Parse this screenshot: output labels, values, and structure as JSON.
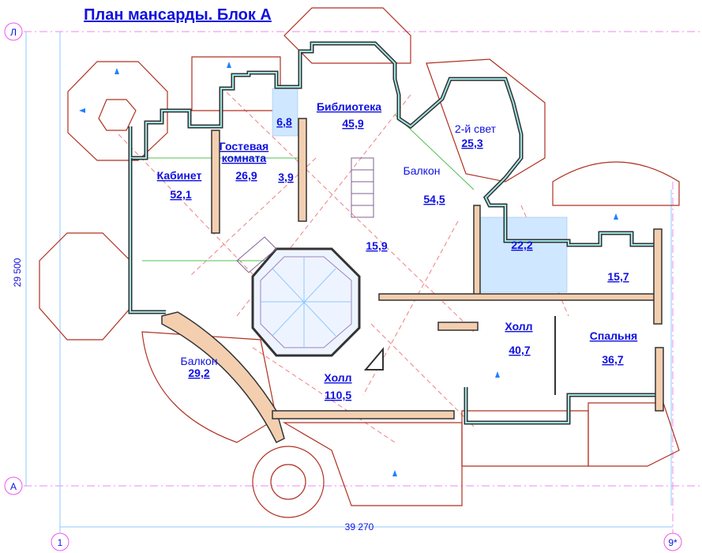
{
  "title": "План мансарды. Блок А",
  "axes": {
    "top": "Л",
    "bottom": "А",
    "left": "1",
    "right": "9*"
  },
  "dimensions": {
    "height": "29 500",
    "width": "39 270"
  },
  "rooms": [
    {
      "name": "Кабинет",
      "area": "52,1"
    },
    {
      "name": "Гостевая",
      "name2": "комната",
      "area": "26,9"
    },
    {
      "area": "6,8"
    },
    {
      "area": "3,9"
    },
    {
      "name": "Библиотека",
      "area": "45,9"
    },
    {
      "name": "2-й свет",
      "area": "25,3"
    },
    {
      "name": "Балкон",
      "area": "54,5"
    },
    {
      "area": "15,9"
    },
    {
      "area": "22,2"
    },
    {
      "area": "15,7"
    },
    {
      "name": "Холл",
      "area": "40,7"
    },
    {
      "name": "Спальня",
      "area": "36,7"
    },
    {
      "name": "Балкон",
      "area": "29,2"
    },
    {
      "name": "Холл",
      "area": "110,5"
    }
  ],
  "colors": {
    "label": "#1010e0",
    "roof": "#b03020",
    "wall": "#f3cfb0",
    "grid": "#ee88ee"
  }
}
